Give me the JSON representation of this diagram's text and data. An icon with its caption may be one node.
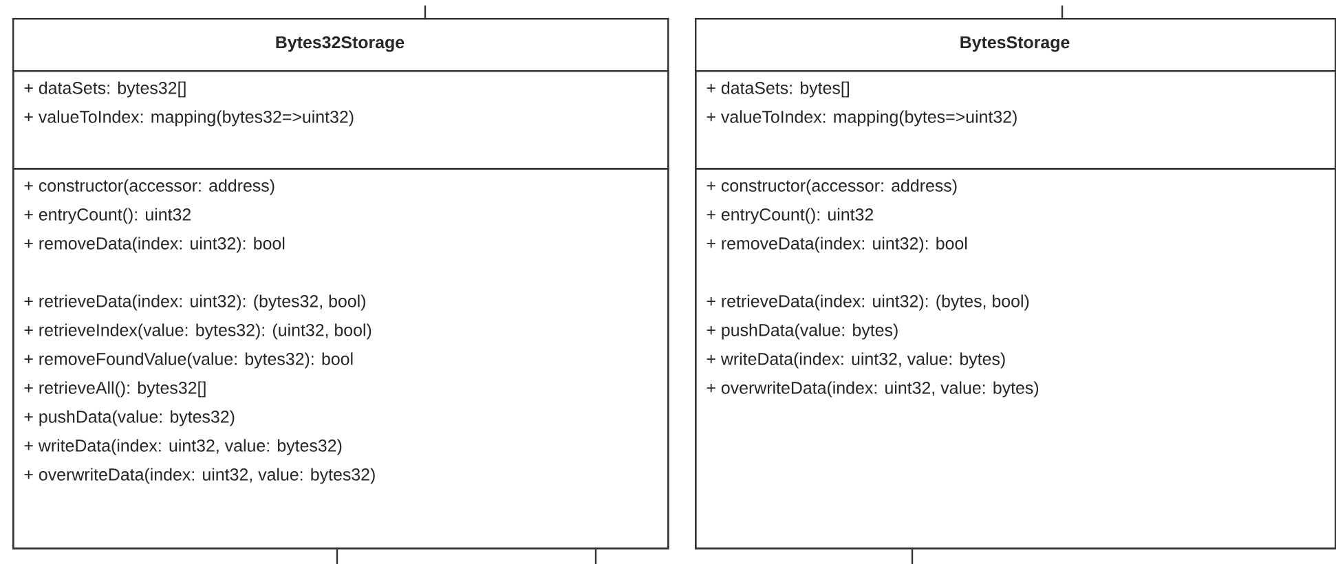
{
  "diagram": {
    "nodes": [
      {
        "text": [
          "Bytes32Storage"
        ]
      },
      {
        "text": [
          "+ dataSets: bytes32[]",
          "+ valueToIndex: mapping(bytes32=>uint32)"
        ],
        "in": 0
      },
      {
        "text": [
          "+ constructor(accessor: address)",
          "+ entryCount(): uint32",
          "+ removeData(index: uint32): bool",
          "+ retrieveData(index: uint32): (bytes32, bool)",
          "+ retrieveIndex(value: bytes32): (uint32, bool)",
          "+ removeFoundValue(value: bytes32): bool",
          "+ retrieveAll(): bytes32[]",
          "+ pushData(value: bytes32)",
          "+ writeData(index: uint32, value: bytes32)",
          "+ overwriteData(index: uint32, value: bytes32)"
        ],
        "in": 0
      },
      {
        "text": [
          "BytesStorage"
        ]
      },
      {
        "text": [
          "+ dataSets: bytes[]",
          "+ valueToIndex: mapping(bytes=>uint32)"
        ],
        "in": 3
      },
      {
        "text": [
          "+ constructor(accessor: address)",
          "+ entryCount(): uint32",
          "+ removeData(index: uint32): bool",
          "+ retrieveData(index: uint32): (bytes, bool)",
          "+ pushData(value: bytes)",
          "+ writeData(index: uint32, value: bytes)",
          "+ overwriteData(index: uint32, value: bytes)"
        ],
        "in": 3
      }
    ],
    "edges": [
      {
        "from": null,
        "to": 0,
        "arrow": "none"
      },
      {
        "from": 0,
        "to": null,
        "arrow": "none"
      },
      {
        "from": 0,
        "to": null,
        "arrow": "none"
      },
      {
        "from": null,
        "to": 3,
        "arrow": "none"
      },
      {
        "from": 3,
        "to": null,
        "arrow": "none"
      }
    ]
  }
}
